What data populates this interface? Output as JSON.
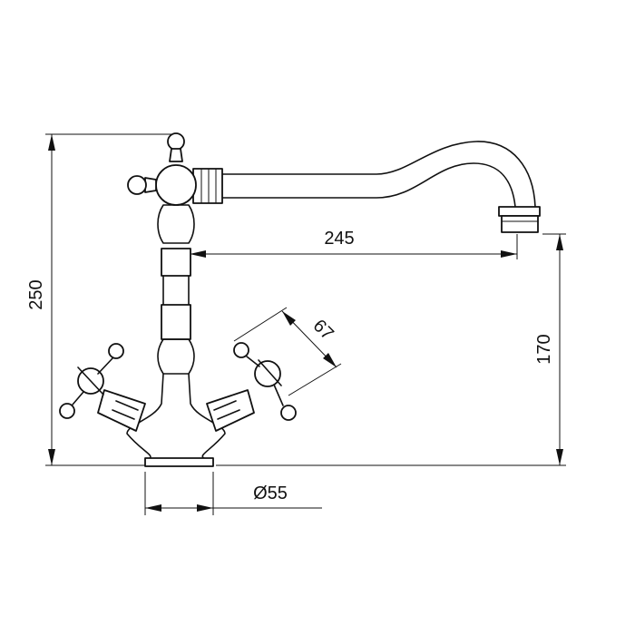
{
  "drawing": {
    "dimensions": {
      "height_total": "250",
      "spout_reach": "245",
      "spout_height": "170",
      "handle_spread": "67",
      "base_diameter": "Ø55"
    },
    "colors": {
      "line": "#111111",
      "background": "#ffffff"
    }
  }
}
